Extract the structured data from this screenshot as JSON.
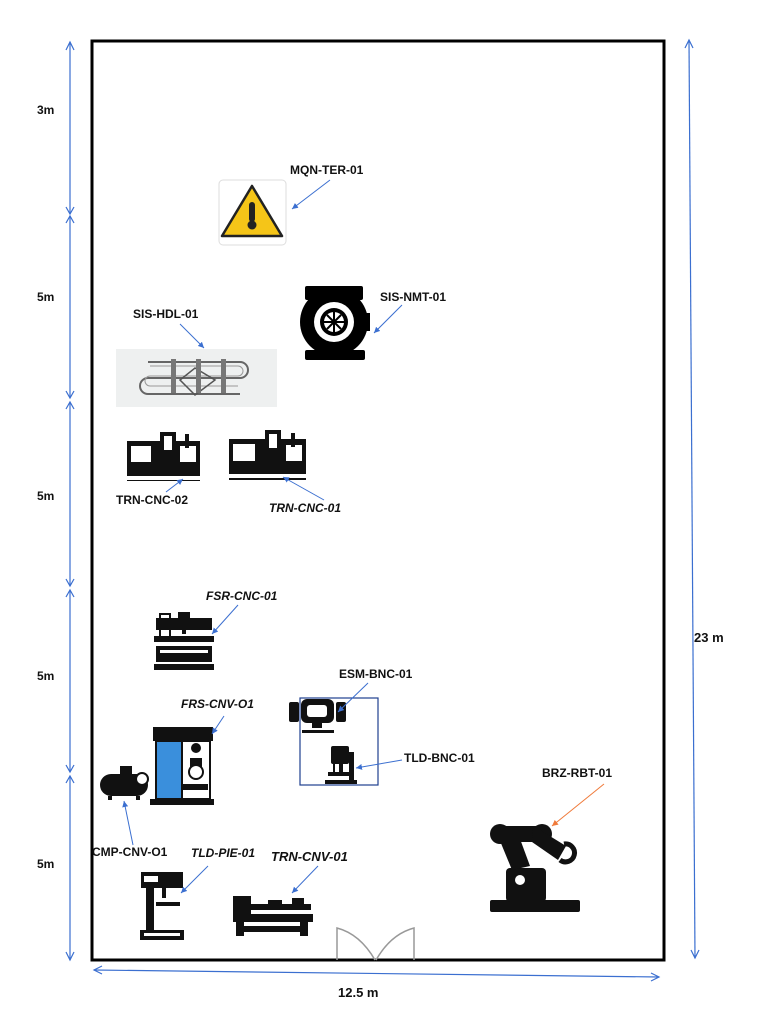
{
  "layout": {
    "left_segments": [
      "3m",
      "5m",
      "5m",
      "5m",
      "5m"
    ],
    "height": "23 m",
    "width": "12.5 m"
  },
  "machines": {
    "mqn_ter": "MQN-TER-01",
    "sis_nmt": "SIS-NMT-01",
    "sis_hdl": "SIS-HDL-01",
    "trn_cnc_02": "TRN-CNC-02",
    "trn_cnc_01": "TRN-CNC-01",
    "fsr_cnc": "FSR-CNC-01",
    "esm_bnc": "ESM-BNC-01",
    "frs_cnv": "FRS-CNV-O1",
    "tld_bnc": "TLD-BNC-01",
    "brz_rbt": "BRZ-RBT-01",
    "cmp_cnv": "CMP-CNV-O1",
    "tld_pie": "TLD-PIE-01",
    "trn_cnv": "TRN-CNV-01"
  },
  "colors": {
    "arrow": "#3b6fd0",
    "robot_arrow": "#f07a3a",
    "warning_yellow": "#f5c518",
    "mill_blue": "#3a8fdc",
    "wall": "#000000"
  }
}
